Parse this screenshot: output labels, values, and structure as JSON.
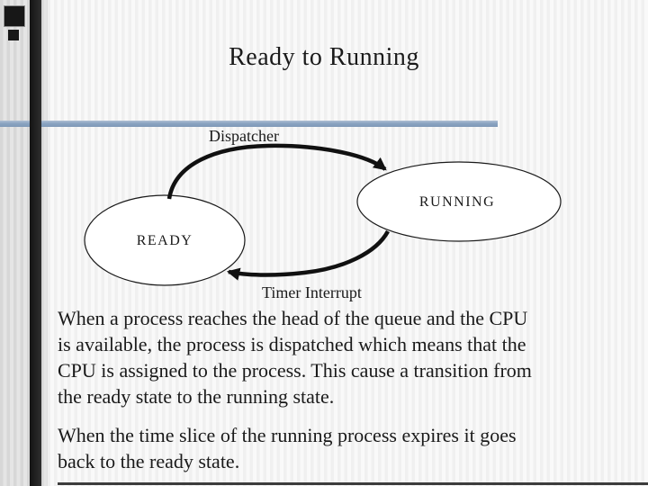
{
  "slide": {
    "title": "Ready to Running",
    "diagram": {
      "dispatcher_label": "Dispatcher",
      "timer_label": "Timer Interrupt",
      "ready_label": "READY",
      "running_label": "RUNNING"
    },
    "paragraphs": [
      {
        "lines": [
          "When a process reaches the head of the queue and the CPU",
          "is available, the process is dispatched which means that the",
          "CPU is assigned to the process. This cause a transition from",
          "the ready state to the running state."
        ]
      },
      {
        "lines": [
          "When the time slice of the running process expires it goes",
          "back to the ready state."
        ]
      }
    ],
    "colors": {
      "divider_blue": "#8aa3c1",
      "accent_dark": "#1a1a1a",
      "background_stripe": "#f0f0f0",
      "ellipse_fill": "#ffffff"
    }
  }
}
